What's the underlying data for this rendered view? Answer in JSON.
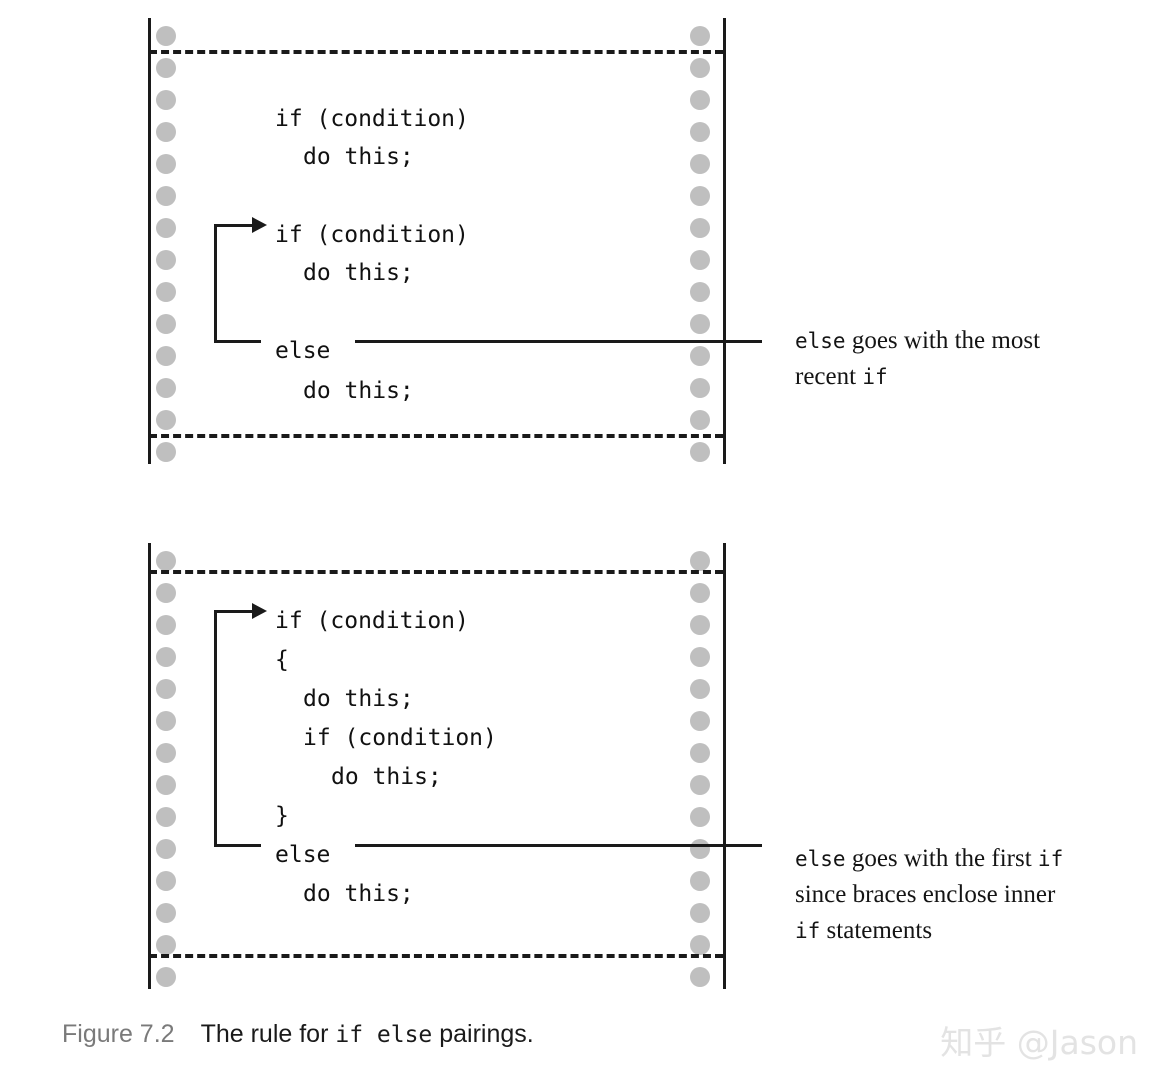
{
  "figure": {
    "caption_label": "Figure 7.2",
    "caption_text_1": "The rule for ",
    "caption_code_1": "if else",
    "caption_text_2": " pairings."
  },
  "watermark": {
    "text": "知乎 @Jason"
  },
  "colors": {
    "ink": "#1a1a1a",
    "paper": "#ffffff",
    "sprocket_hole": "#bfbfbf",
    "caption_label_gray": "#7a7a7a",
    "watermark_gray": "#e3e3e3"
  },
  "panels": [
    {
      "id": "panel-top",
      "name": "if-else-without-braces",
      "code_lines": [
        {
          "indent": 0,
          "text": "if (condition)"
        },
        {
          "indent": 1,
          "text": "do this;"
        },
        {
          "indent": 0,
          "text": ""
        },
        {
          "indent": 0,
          "text": "if (condition)"
        },
        {
          "indent": 1,
          "text": "do this;"
        },
        {
          "indent": 0,
          "text": ""
        },
        {
          "indent": 0,
          "text": "else"
        },
        {
          "indent": 1,
          "text": "do this;"
        }
      ],
      "pointer": {
        "from_keyword": "else",
        "to_keyword": "if",
        "description": "bracket linking else to the second if"
      },
      "annotation": {
        "lines": [
          [
            {
              "type": "code",
              "text": "else"
            },
            {
              "type": "text",
              "text": " goes with the most"
            }
          ],
          [
            {
              "type": "text",
              "text": "recent "
            },
            {
              "type": "code",
              "text": "if"
            }
          ]
        ],
        "plain": "else goes with the most recent if"
      }
    },
    {
      "id": "panel-bottom",
      "name": "if-else-with-braces",
      "code_lines": [
        {
          "indent": 0,
          "text": "if (condition)"
        },
        {
          "indent": 0,
          "text": "{"
        },
        {
          "indent": 1,
          "text": "do this;"
        },
        {
          "indent": 1,
          "text": "if (condition)"
        },
        {
          "indent": 2,
          "text": "do this;"
        },
        {
          "indent": 0,
          "text": "}"
        },
        {
          "indent": 0,
          "text": "else"
        },
        {
          "indent": 1,
          "text": "do this;"
        }
      ],
      "pointer": {
        "from_keyword": "else",
        "to_keyword": "if",
        "description": "bracket linking else to the first if"
      },
      "annotation": {
        "lines": [
          [
            {
              "type": "code",
              "text": "else"
            },
            {
              "type": "text",
              "text": " goes with the first "
            },
            {
              "type": "code",
              "text": "if"
            }
          ],
          [
            {
              "type": "text",
              "text": "since braces enclose inner"
            }
          ],
          [
            {
              "type": "code",
              "text": "if"
            },
            {
              "type": "text",
              "text": " statements"
            }
          ]
        ],
        "plain": "else goes with the first if since braces enclose inner if statements"
      }
    }
  ]
}
